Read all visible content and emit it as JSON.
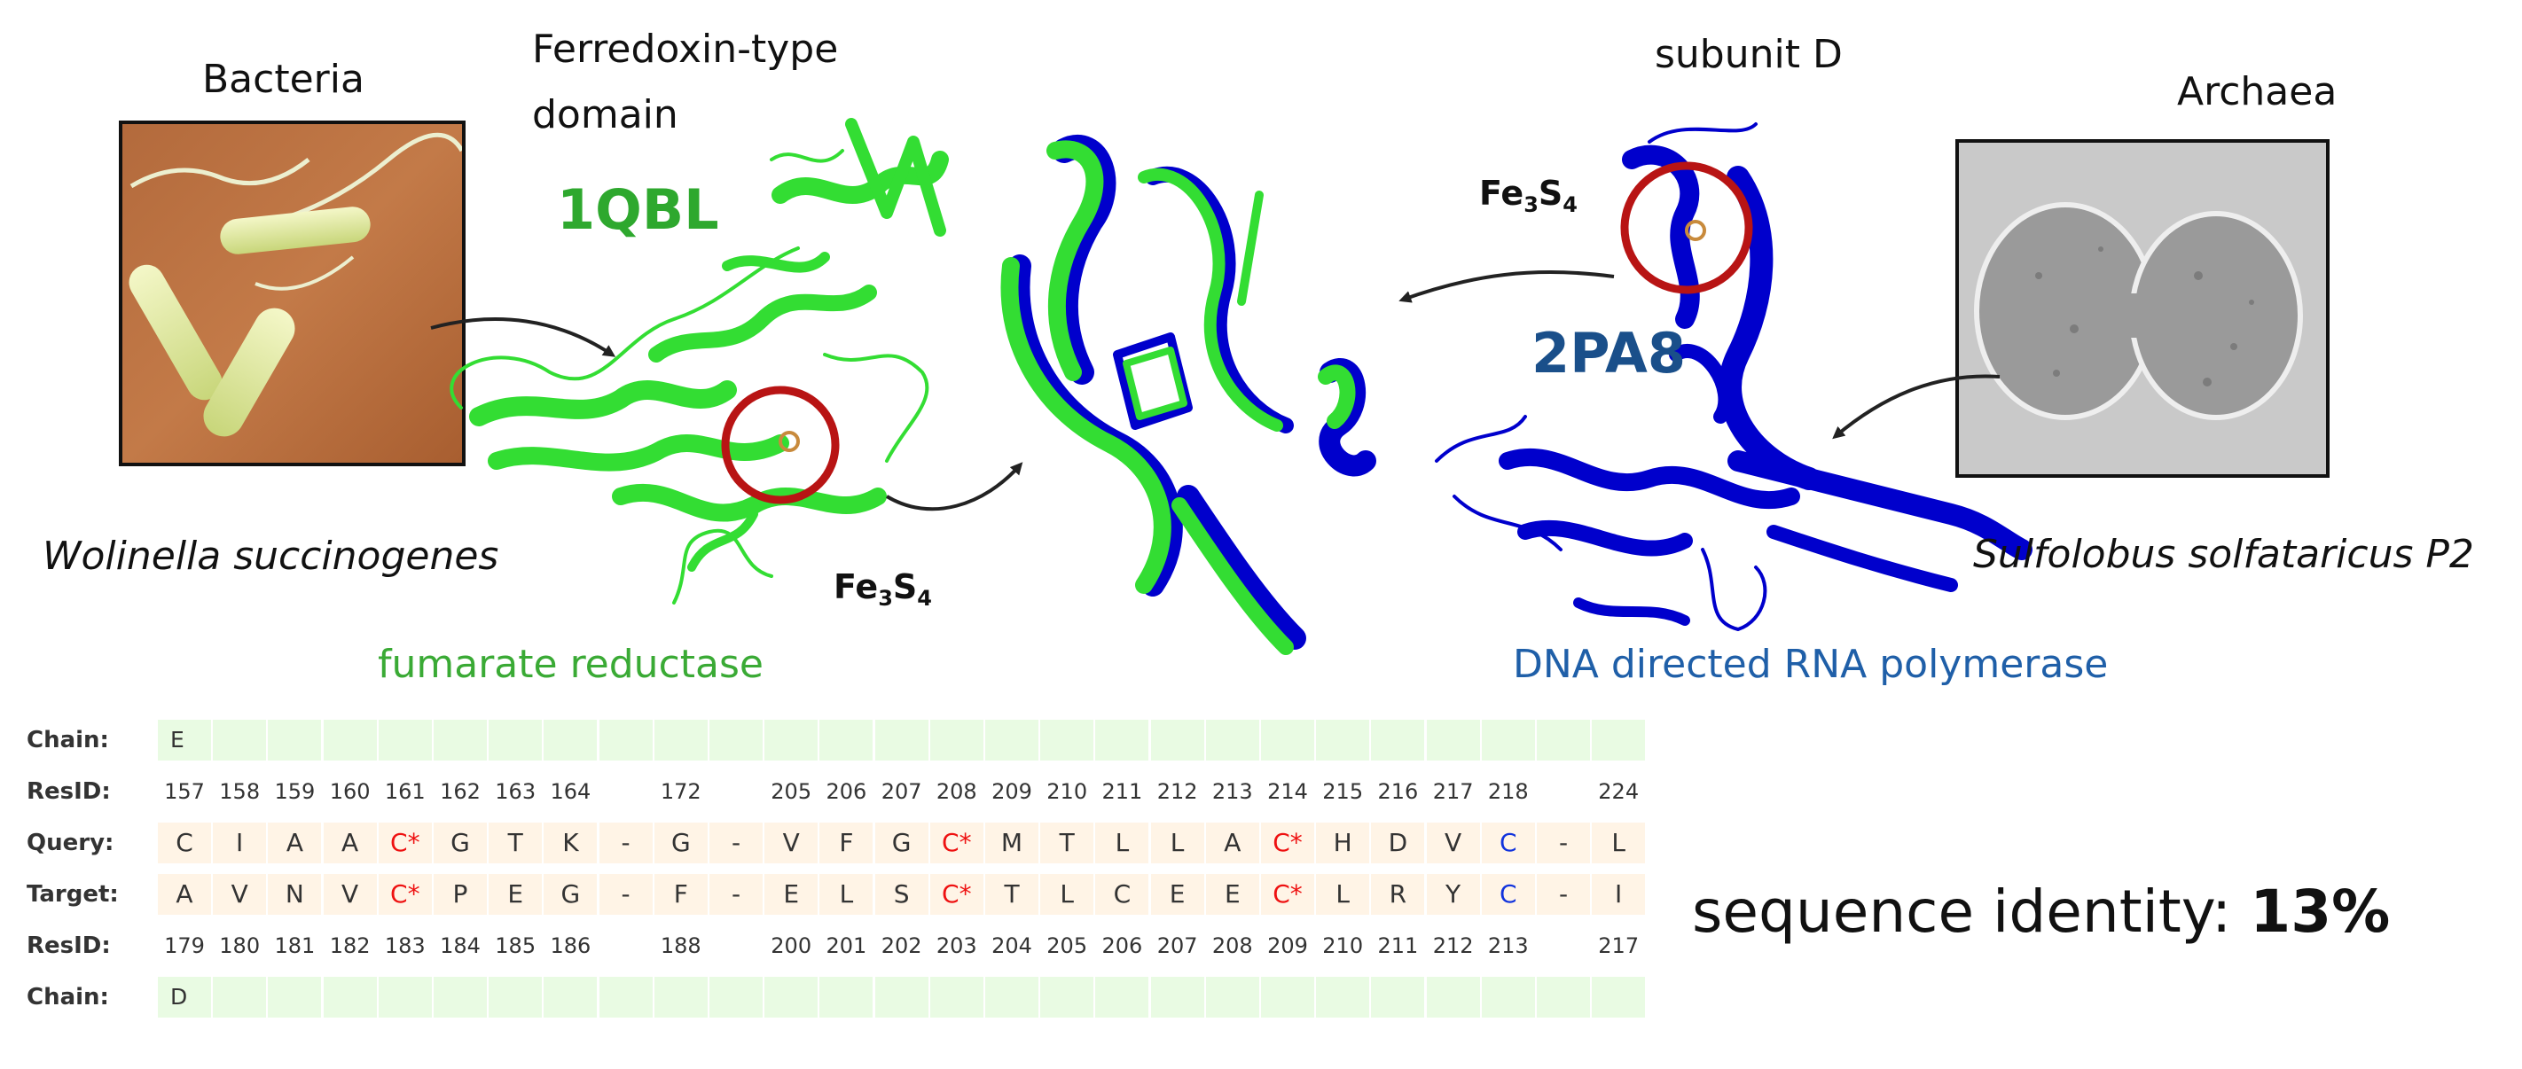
{
  "labels": {
    "bacteria": "Bacteria",
    "archaea": "Archaea",
    "ferredoxin_line1": "Ferredoxin-type",
    "ferredoxin_line2": "domain",
    "subunit": "subunit D",
    "pdb_left": "1QBL",
    "pdb_right": "2PA8",
    "species_left": "Wolinella succinogenes",
    "species_right": "Sulfolobus solfataricus P2",
    "protein_left": "fumarate reductase",
    "protein_right": "DNA directed RNA polymerase",
    "cluster_base": "Fe",
    "cluster_sub1": "3",
    "cluster_mid": "S",
    "cluster_sub2": "4"
  },
  "colors": {
    "green_structure": "#33dd33",
    "blue_structure": "#0000cc",
    "pdb_left": "#2ea82e",
    "pdb_right": "#1a4f8a",
    "protein_left": "#3aaa35",
    "protein_right": "#1f5fa8",
    "circle": "#b81414",
    "chain_cell": "#e9fbe3",
    "seq_cell": "#fff4e6",
    "cys_red": "#ee1111",
    "cys_blue": "#1133dd"
  },
  "alignment": {
    "row_labels": {
      "chain_top": "Chain:",
      "resid_top": "ResID:",
      "query": "Query:",
      "target": "Target:",
      "resid_bottom": "ResID:",
      "chain_bottom": "Chain:"
    },
    "chain_top": [
      "E",
      "",
      "",
      "",
      "",
      "",
      "",
      "",
      "",
      "",
      "",
      "",
      "",
      "",
      "",
      "",
      "",
      "",
      "",
      "",
      "",
      "",
      "",
      "",
      "",
      "",
      ""
    ],
    "resid_top": [
      "157",
      "158",
      "159",
      "160",
      "161",
      "162",
      "163",
      "164",
      "",
      "172",
      "",
      "205",
      "206",
      "207",
      "208",
      "209",
      "210",
      "211",
      "212",
      "213",
      "214",
      "215",
      "216",
      "217",
      "218",
      "",
      "224"
    ],
    "query": [
      "C",
      "I",
      "A",
      "A",
      "C*",
      "G",
      "T",
      "K",
      "-",
      "G",
      "-",
      "V",
      "F",
      "G",
      "C*",
      "M",
      "T",
      "L",
      "L",
      "A",
      "C*",
      "H",
      "D",
      "V",
      "C",
      "-",
      "L"
    ],
    "target": [
      "A",
      "V",
      "N",
      "V",
      "C*",
      "P",
      "E",
      "G",
      "-",
      "F",
      "-",
      "E",
      "L",
      "S",
      "C*",
      "T",
      "L",
      "C",
      "E",
      "E",
      "C*",
      "L",
      "R",
      "Y",
      "C",
      "-",
      "I"
    ],
    "resid_bottom": [
      "179",
      "180",
      "181",
      "182",
      "183",
      "184",
      "185",
      "186",
      "",
      "188",
      "",
      "200",
      "201",
      "202",
      "203",
      "204",
      "205",
      "206",
      "207",
      "208",
      "209",
      "210",
      "211",
      "212",
      "213",
      "",
      "217"
    ],
    "chain_bottom": [
      "D",
      "",
      "",
      "",
      "",
      "",
      "",
      "",
      "",
      "",
      "",
      "",
      "",
      "",
      "",
      "",
      "",
      "",
      "",
      "",
      "",
      "",
      "",
      "",
      "",
      "",
      ""
    ],
    "red_columns": [
      4,
      14,
      20
    ],
    "blue_columns": [
      24
    ]
  },
  "identity": {
    "label": "sequence identity: ",
    "value": "13%"
  }
}
